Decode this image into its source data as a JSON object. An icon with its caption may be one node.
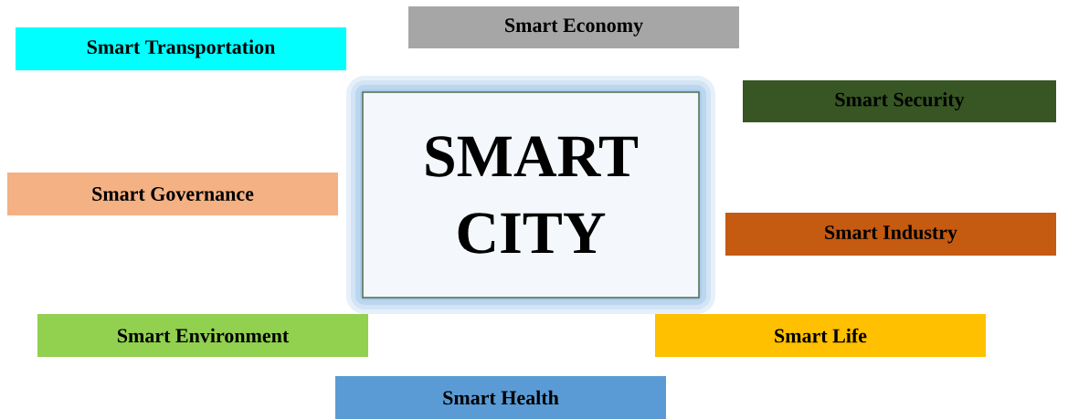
{
  "diagram": {
    "nodes": [
      {
        "text": [
          "Smart Economy"
        ]
      },
      {
        "text": [
          "Smart Transportation"
        ]
      },
      {
        "text": [
          "Smart Security"
        ]
      },
      {
        "text": [
          "SMART CITY"
        ]
      },
      {
        "text": [
          "Smart Governance"
        ]
      },
      {
        "text": [
          "Smart Industry"
        ]
      },
      {
        "text": [
          "Smart Environment"
        ]
      },
      {
        "text": [
          "Smart Life"
        ]
      },
      {
        "text": [
          "Smart Health"
        ]
      }
    ]
  }
}
